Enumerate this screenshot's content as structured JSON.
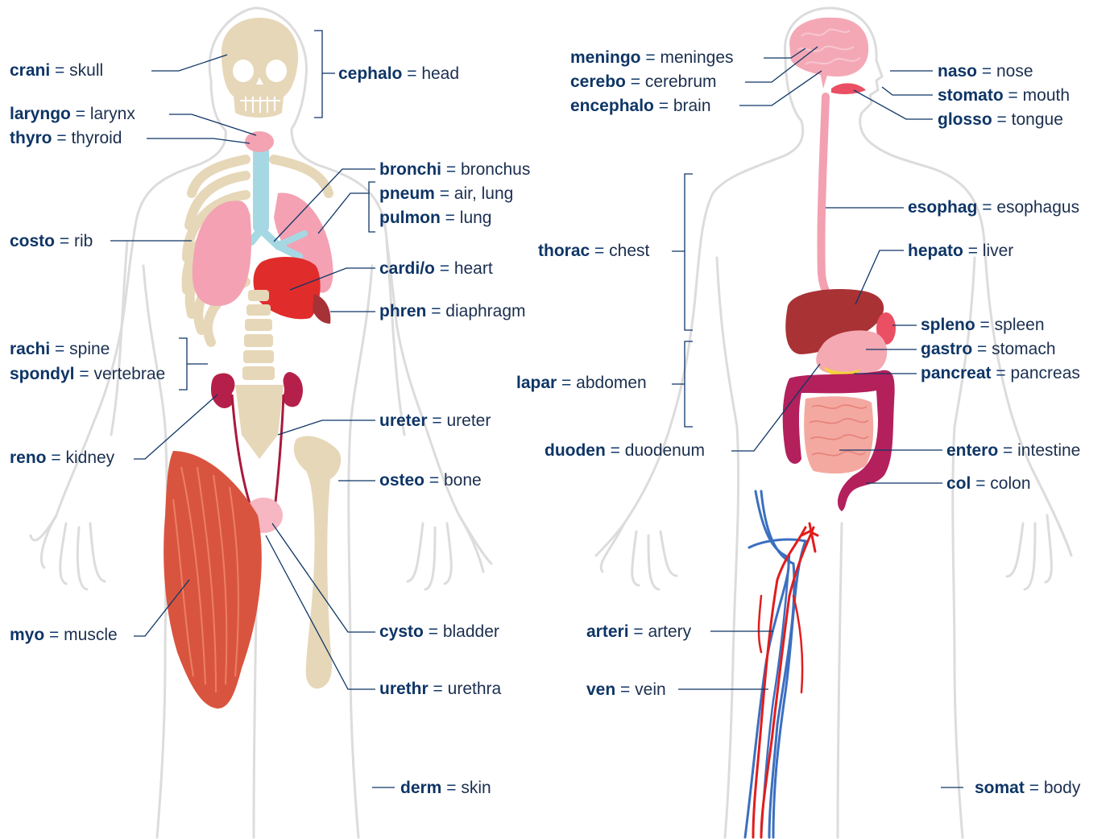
{
  "colors": {
    "outline": "#dadada",
    "label_navy": "#0e3566",
    "bone": "#e6d7b8",
    "lung_pink": "#f09aa8",
    "heart_red": "#e02b2b",
    "trachea_blue": "#9fd3df",
    "kidney": "#b52046",
    "brain": "#f4a7b4",
    "liver": "#a83234",
    "colon": "#b21e5a",
    "intestine": "#f4a9a0",
    "artery": "#e11d1d",
    "vein": "#3a6fc0"
  },
  "left_figure": {
    "labels": [
      {
        "id": "crani",
        "root": "crani",
        "eq": "=",
        "meaning": "skull"
      },
      {
        "id": "cephalo",
        "root": "cephalo",
        "eq": "=",
        "meaning": "head"
      },
      {
        "id": "laryngo",
        "root": "laryngo",
        "eq": "=",
        "meaning": "larynx"
      },
      {
        "id": "thyro",
        "root": "thyro",
        "eq": "=",
        "meaning": "thyroid"
      },
      {
        "id": "bronchi",
        "root": "bronchi",
        "eq": "=",
        "meaning": "bronchus"
      },
      {
        "id": "pneum",
        "root": "pneum",
        "eq": "=",
        "meaning": "air, lung"
      },
      {
        "id": "pulmon",
        "root": "pulmon",
        "eq": "=",
        "meaning": "lung"
      },
      {
        "id": "costo",
        "root": "costo",
        "eq": "=",
        "meaning": "rib"
      },
      {
        "id": "cardio",
        "root": "cardi/o",
        "eq": "=",
        "meaning": "heart"
      },
      {
        "id": "phren",
        "root": "phren",
        "eq": "=",
        "meaning": "diaphragm"
      },
      {
        "id": "rachi",
        "root": "rachi",
        "eq": "=",
        "meaning": "spine"
      },
      {
        "id": "spondyl",
        "root": "spondyl",
        "eq": "=",
        "meaning": "vertebrae"
      },
      {
        "id": "ureter",
        "root": "ureter",
        "eq": "=",
        "meaning": "ureter"
      },
      {
        "id": "reno",
        "root": "reno",
        "eq": "=",
        "meaning": "kidney"
      },
      {
        "id": "osteo",
        "root": "osteo",
        "eq": "=",
        "meaning": "bone"
      },
      {
        "id": "myo",
        "root": "myo",
        "eq": "=",
        "meaning": "muscle"
      },
      {
        "id": "cysto",
        "root": "cysto",
        "eq": "=",
        "meaning": "bladder"
      },
      {
        "id": "urethr",
        "root": "urethr",
        "eq": "=",
        "meaning": "urethra"
      },
      {
        "id": "derm",
        "root": "derm",
        "eq": "=",
        "meaning": "skin"
      }
    ]
  },
  "right_figure": {
    "labels": [
      {
        "id": "meningo",
        "root": "meningo",
        "eq": "=",
        "meaning": "meninges"
      },
      {
        "id": "cerebo",
        "root": "cerebo",
        "eq": "=",
        "meaning": "cerebrum"
      },
      {
        "id": "encephalo",
        "root": "encephalo",
        "eq": "=",
        "meaning": "brain"
      },
      {
        "id": "naso",
        "root": "naso",
        "eq": "=",
        "meaning": "nose"
      },
      {
        "id": "stomato",
        "root": "stomato",
        "eq": "=",
        "meaning": "mouth"
      },
      {
        "id": "glosso",
        "root": "glosso",
        "eq": "=",
        "meaning": "tongue"
      },
      {
        "id": "esophag",
        "root": "esophag",
        "eq": "=",
        "meaning": "esophagus"
      },
      {
        "id": "thorac",
        "root": "thorac",
        "eq": "=",
        "meaning": "chest"
      },
      {
        "id": "hepato",
        "root": "hepato",
        "eq": "=",
        "meaning": "liver"
      },
      {
        "id": "spleno",
        "root": "spleno",
        "eq": "=",
        "meaning": "spleen"
      },
      {
        "id": "gastro",
        "root": "gastro",
        "eq": "=",
        "meaning": "stomach"
      },
      {
        "id": "lapar",
        "root": "lapar",
        "eq": "=",
        "meaning": "abdomen"
      },
      {
        "id": "pancreat",
        "root": "pancreat",
        "eq": "=",
        "meaning": "pancreas"
      },
      {
        "id": "duoden",
        "root": "duoden",
        "eq": "=",
        "meaning": "duodenum"
      },
      {
        "id": "entero",
        "root": "entero",
        "eq": "=",
        "meaning": "intestine"
      },
      {
        "id": "col",
        "root": "col",
        "eq": "=",
        "meaning": "colon"
      },
      {
        "id": "arteri",
        "root": "arteri",
        "eq": "=",
        "meaning": "artery"
      },
      {
        "id": "ven",
        "root": "ven",
        "eq": "=",
        "meaning": "vein"
      },
      {
        "id": "somat",
        "root": "somat",
        "eq": "=",
        "meaning": "body"
      }
    ]
  }
}
